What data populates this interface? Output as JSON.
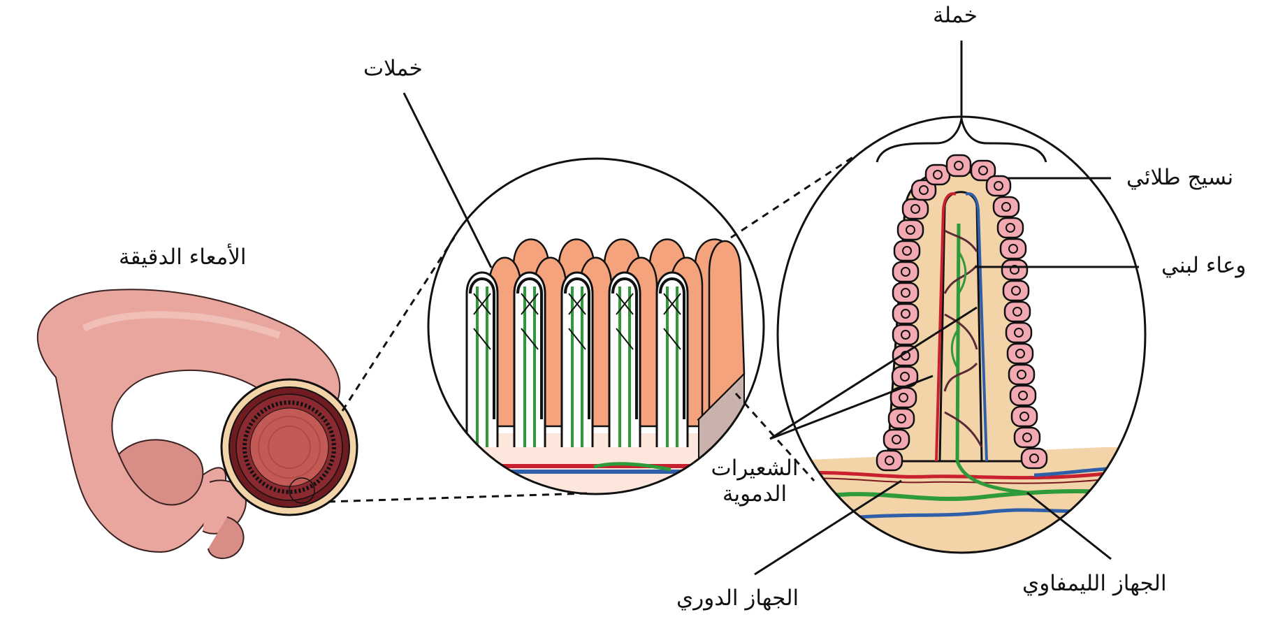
{
  "labels": {
    "small_intestine": "الأمعاء الدقيقة",
    "villi": "خملات",
    "villus": "خملة",
    "epithelium": "نسيج طلائي",
    "lacteal": "وعاء لبني",
    "capillaries_line1": "الشعيرات",
    "capillaries_line2": "الدموية",
    "circulatory_system": "الجهاز الدوري",
    "lymphatic_system": "الجهاز الليمفاوي"
  },
  "colors": {
    "intestine": "#e8a69e",
    "intestine_dark": "#d88d86",
    "lumen": "#c45a55",
    "villus_orange": "#f4a37c",
    "villus_shadow": "#e07a50",
    "tissue_beige": "#f3d3a8",
    "epithelial_cell": "#f2a9b1",
    "artery_red": "#c8202f",
    "vein_blue": "#2f5fa8",
    "lymph_green": "#2f9a3a",
    "outline": "#111111"
  }
}
